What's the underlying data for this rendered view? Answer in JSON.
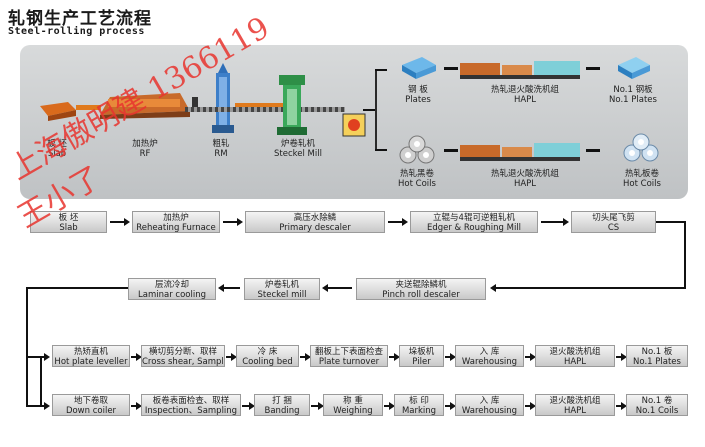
{
  "header": {
    "title": "轧钢生产工艺流程",
    "subtitle": "Steel-rolling process"
  },
  "watermark": {
    "line1": "上海傲明建 1366119",
    "line2": "王小了"
  },
  "colors": {
    "accent": "#e8352f",
    "panel": "#c9cbcd",
    "arrow": "#111111"
  },
  "panel": {
    "slab": {
      "cn": "板 坯",
      "en": "Slab"
    },
    "rf": {
      "cn": "加热炉",
      "en": "RF"
    },
    "rm": {
      "cn": "粗轧",
      "en": "RM"
    },
    "steckel": {
      "cn": "炉卷轧机",
      "en": "Steckel Mill"
    },
    "plates": {
      "cn": "钢 板",
      "en": "Plates"
    },
    "hapl1": {
      "cn": "热轧退火酸洗机组",
      "en": "HAPL"
    },
    "no1plates": {
      "cn": "No.1 钢板",
      "en": "No.1 Plates"
    },
    "hotcoils": {
      "cn": "热轧黑卷",
      "en": "Hot Coils"
    },
    "hapl2": {
      "cn": "热轧退火酸洗机组",
      "en": "HAPL"
    },
    "hotcoils2": {
      "cn": "热轧板卷",
      "en": "Hot Coils"
    }
  },
  "row1": [
    {
      "cn": "板 坯",
      "en": "Slab"
    },
    {
      "cn": "加热炉",
      "en": "Reheating Furnace"
    },
    {
      "cn": "高压水除鳞",
      "en": "Primary descaler"
    },
    {
      "cn": "立辊与4辊可逆粗轧机",
      "en": "Edger & Roughing Mill"
    },
    {
      "cn": "切头尾飞剪",
      "en": "CS"
    }
  ],
  "row2": [
    {
      "cn": "层流冷却",
      "en": "Laminar cooling"
    },
    {
      "cn": "炉卷轧机",
      "en": "Steckel mill"
    },
    {
      "cn": "夹送辊除鳞机",
      "en": "Pinch roll descaler"
    }
  ],
  "row3": [
    {
      "cn": "热矫直机",
      "en": "Hot plate leveller"
    },
    {
      "cn": "横切剪分断、取样",
      "en": "Cross shear, Sampling"
    },
    {
      "cn": "冷 床",
      "en": "Cooling bed"
    },
    {
      "cn": "翻板上下表面检查",
      "en": "Plate turnover"
    },
    {
      "cn": "垛板机",
      "en": "Piler"
    },
    {
      "cn": "入 库",
      "en": "Warehousing"
    },
    {
      "cn": "退火酸洗机组",
      "en": "HAPL"
    },
    {
      "cn": "No.1 板",
      "en": "No.1 Plates"
    }
  ],
  "row4": [
    {
      "cn": "地下卷取",
      "en": "Down coiler"
    },
    {
      "cn": "板卷表面检查、取样",
      "en": "Inspection、Sampling"
    },
    {
      "cn": "打 捆",
      "en": "Banding"
    },
    {
      "cn": "称 重",
      "en": "Weighing"
    },
    {
      "cn": "标 印",
      "en": "Marking"
    },
    {
      "cn": "入 库",
      "en": "Warehousing"
    },
    {
      "cn": "退火酸洗机组",
      "en": "HAPL"
    },
    {
      "cn": "No.1 卷",
      "en": "No.1 Coils"
    }
  ]
}
